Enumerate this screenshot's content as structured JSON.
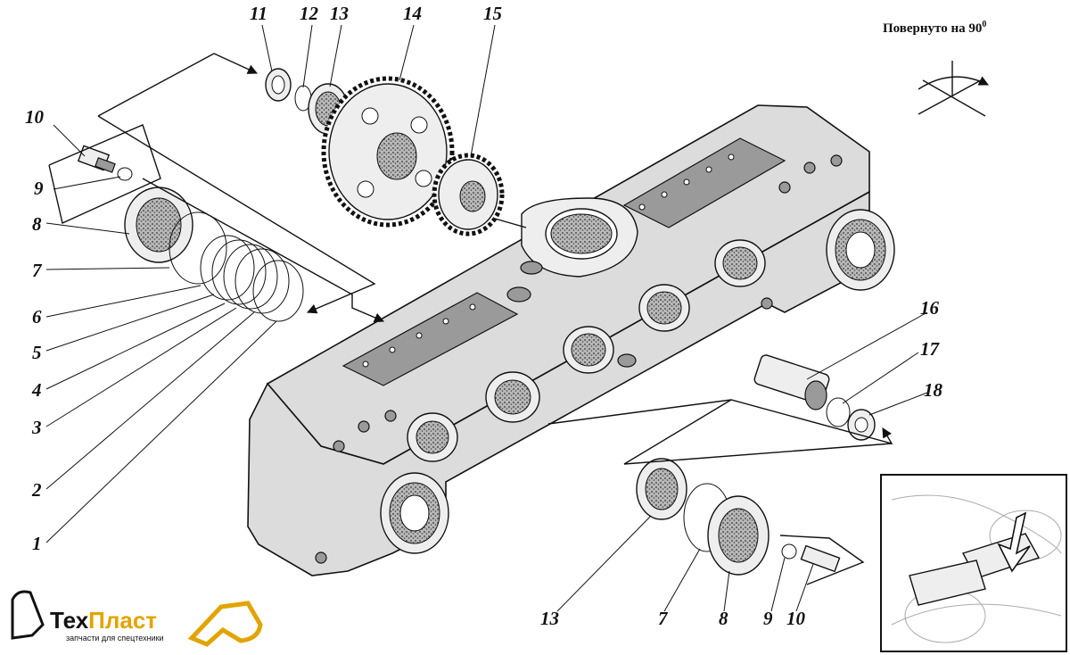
{
  "note": {
    "text": "Повернуто на 90",
    "superscript": "0"
  },
  "callouts": [
    {
      "id": "c11",
      "label": "11"
    },
    {
      "id": "c12",
      "label": "12"
    },
    {
      "id": "c13top",
      "label": "13"
    },
    {
      "id": "c14",
      "label": "14"
    },
    {
      "id": "c15",
      "label": "15"
    },
    {
      "id": "c10left",
      "label": "10"
    },
    {
      "id": "c9left",
      "label": "9"
    },
    {
      "id": "c8left",
      "label": "8"
    },
    {
      "id": "c7left",
      "label": "7"
    },
    {
      "id": "c6",
      "label": "6"
    },
    {
      "id": "c5",
      "label": "5"
    },
    {
      "id": "c4",
      "label": "4"
    },
    {
      "id": "c3",
      "label": "3"
    },
    {
      "id": "c2",
      "label": "2"
    },
    {
      "id": "c1",
      "label": "1"
    },
    {
      "id": "c16",
      "label": "16"
    },
    {
      "id": "c17",
      "label": "17"
    },
    {
      "id": "c18",
      "label": "18"
    },
    {
      "id": "c13bot",
      "label": "13"
    },
    {
      "id": "c7bot",
      "label": "7"
    },
    {
      "id": "c8bot",
      "label": "8"
    },
    {
      "id": "c9bot",
      "label": "9"
    },
    {
      "id": "c10bot",
      "label": "10"
    }
  ],
  "logo": {
    "name_part1": "Тех",
    "name_part2": "Пласт",
    "tagline": "запчасти для спецтехники"
  },
  "colors": {
    "ink": "#111111",
    "casting": "#dcdcdc",
    "logo_accent": "#e2a400"
  }
}
